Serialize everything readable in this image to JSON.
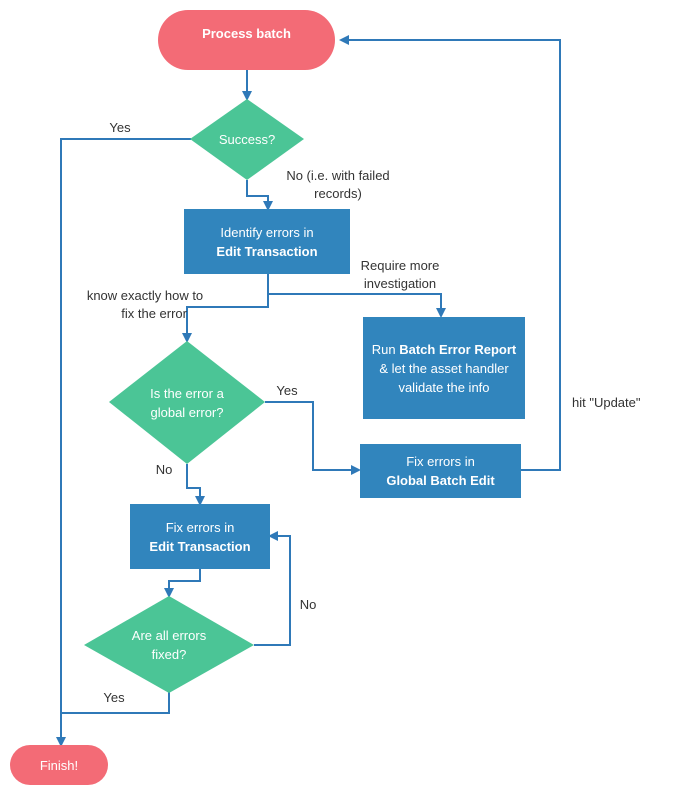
{
  "colors": {
    "terminal": "#f36b76",
    "decision": "#4bc596",
    "process": "#3185bd",
    "connector": "#2f79b8",
    "label_text": "#333333"
  },
  "nodes": {
    "process_batch": "Process batch",
    "success": "Success?",
    "identify_line1": "Identify errors in",
    "identify_line2": "Edit Transaction",
    "run_report_line1_pre": "Run ",
    "run_report_line1_bold": "Batch Error Report",
    "run_report_line2": "& let the asset handler",
    "run_report_line3": "validate the info",
    "global_error_line1": "Is the error a",
    "global_error_line2": "global error?",
    "fix_global_line1": "Fix errors in",
    "fix_global_line2": "Global Batch Edit",
    "fix_edit_line1": "Fix errors in",
    "fix_edit_line2": "Edit Transaction",
    "all_fixed_line1": "Are all errors",
    "all_fixed_line2": "fixed?",
    "finish": "Finish!"
  },
  "edge_labels": {
    "yes_success": "Yes",
    "no_success_line1": "No (i.e. with failed",
    "no_success_line2": "records)",
    "require_line1": "Require more",
    "require_line2": "investigation",
    "know_line1": "know exactly how to",
    "know_line2": "fix the error",
    "yes_global": "Yes",
    "no_global": "No",
    "hit_update": "hit \"Update\"",
    "no_fixed": "No",
    "yes_fixed": "Yes"
  }
}
